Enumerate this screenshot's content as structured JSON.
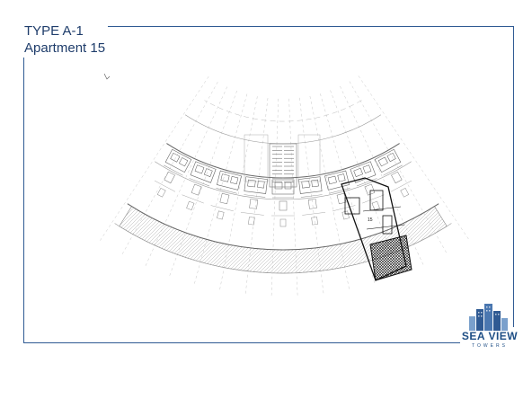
{
  "header": {
    "type_label": "TYPE A-1",
    "apartment_label": "Apartment 15"
  },
  "plan": {
    "highlighted_unit_number": "15",
    "highlight_color": "#111111",
    "line_color": "#9a9a9a"
  },
  "logo": {
    "name": "SEA VIEW",
    "tagline": "TOWERS",
    "icon": "city-buildings-icon",
    "color": "#2f5a93"
  },
  "frame_color": "#2f5a93"
}
